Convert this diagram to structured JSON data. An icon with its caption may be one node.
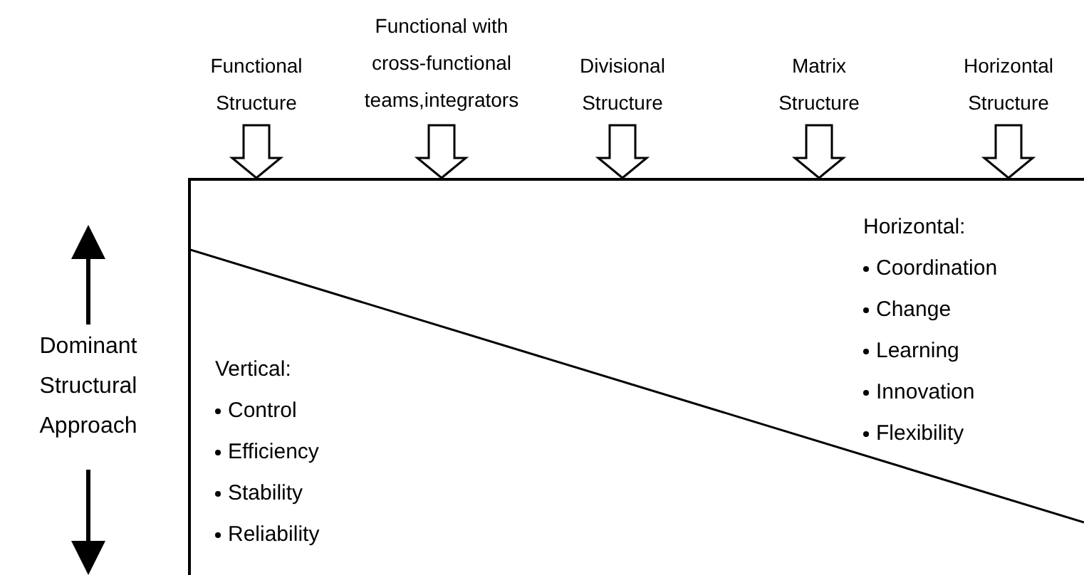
{
  "diagram": {
    "nodes": [
      {
        "text": [],
        "shape": "box"
      },
      {
        "text": [
          "Functional Structure"
        ]
      },
      {
        "text": [
          "Functional with cross-functional teams,integrators"
        ]
      },
      {
        "text": [
          "Divisional Structure"
        ]
      },
      {
        "text": [
          "Matrix Structure"
        ]
      },
      {
        "text": [
          "Horizontal Structure"
        ]
      },
      {
        "text": [
          "Horizontal:",
          "Coordination",
          "Change",
          "Learning",
          "Innovation",
          "Flexibility"
        ],
        "in": 0
      },
      {
        "text": [
          "Vertical:",
          "Control",
          "Efficiency",
          "Stability",
          "Reliability"
        ],
        "in": 0
      }
    ],
    "edges": [
      {
        "from": 1,
        "to": 0,
        "arrow": "to"
      },
      {
        "from": 2,
        "to": 0,
        "arrow": "to"
      },
      {
        "from": 3,
        "to": 0,
        "arrow": "to"
      },
      {
        "from": 4,
        "to": 0,
        "arrow": "to"
      },
      {
        "from": 5,
        "to": 0,
        "arrow": "to"
      }
    ],
    "labels": [
      "Dominant Structural Approach"
    ]
  }
}
